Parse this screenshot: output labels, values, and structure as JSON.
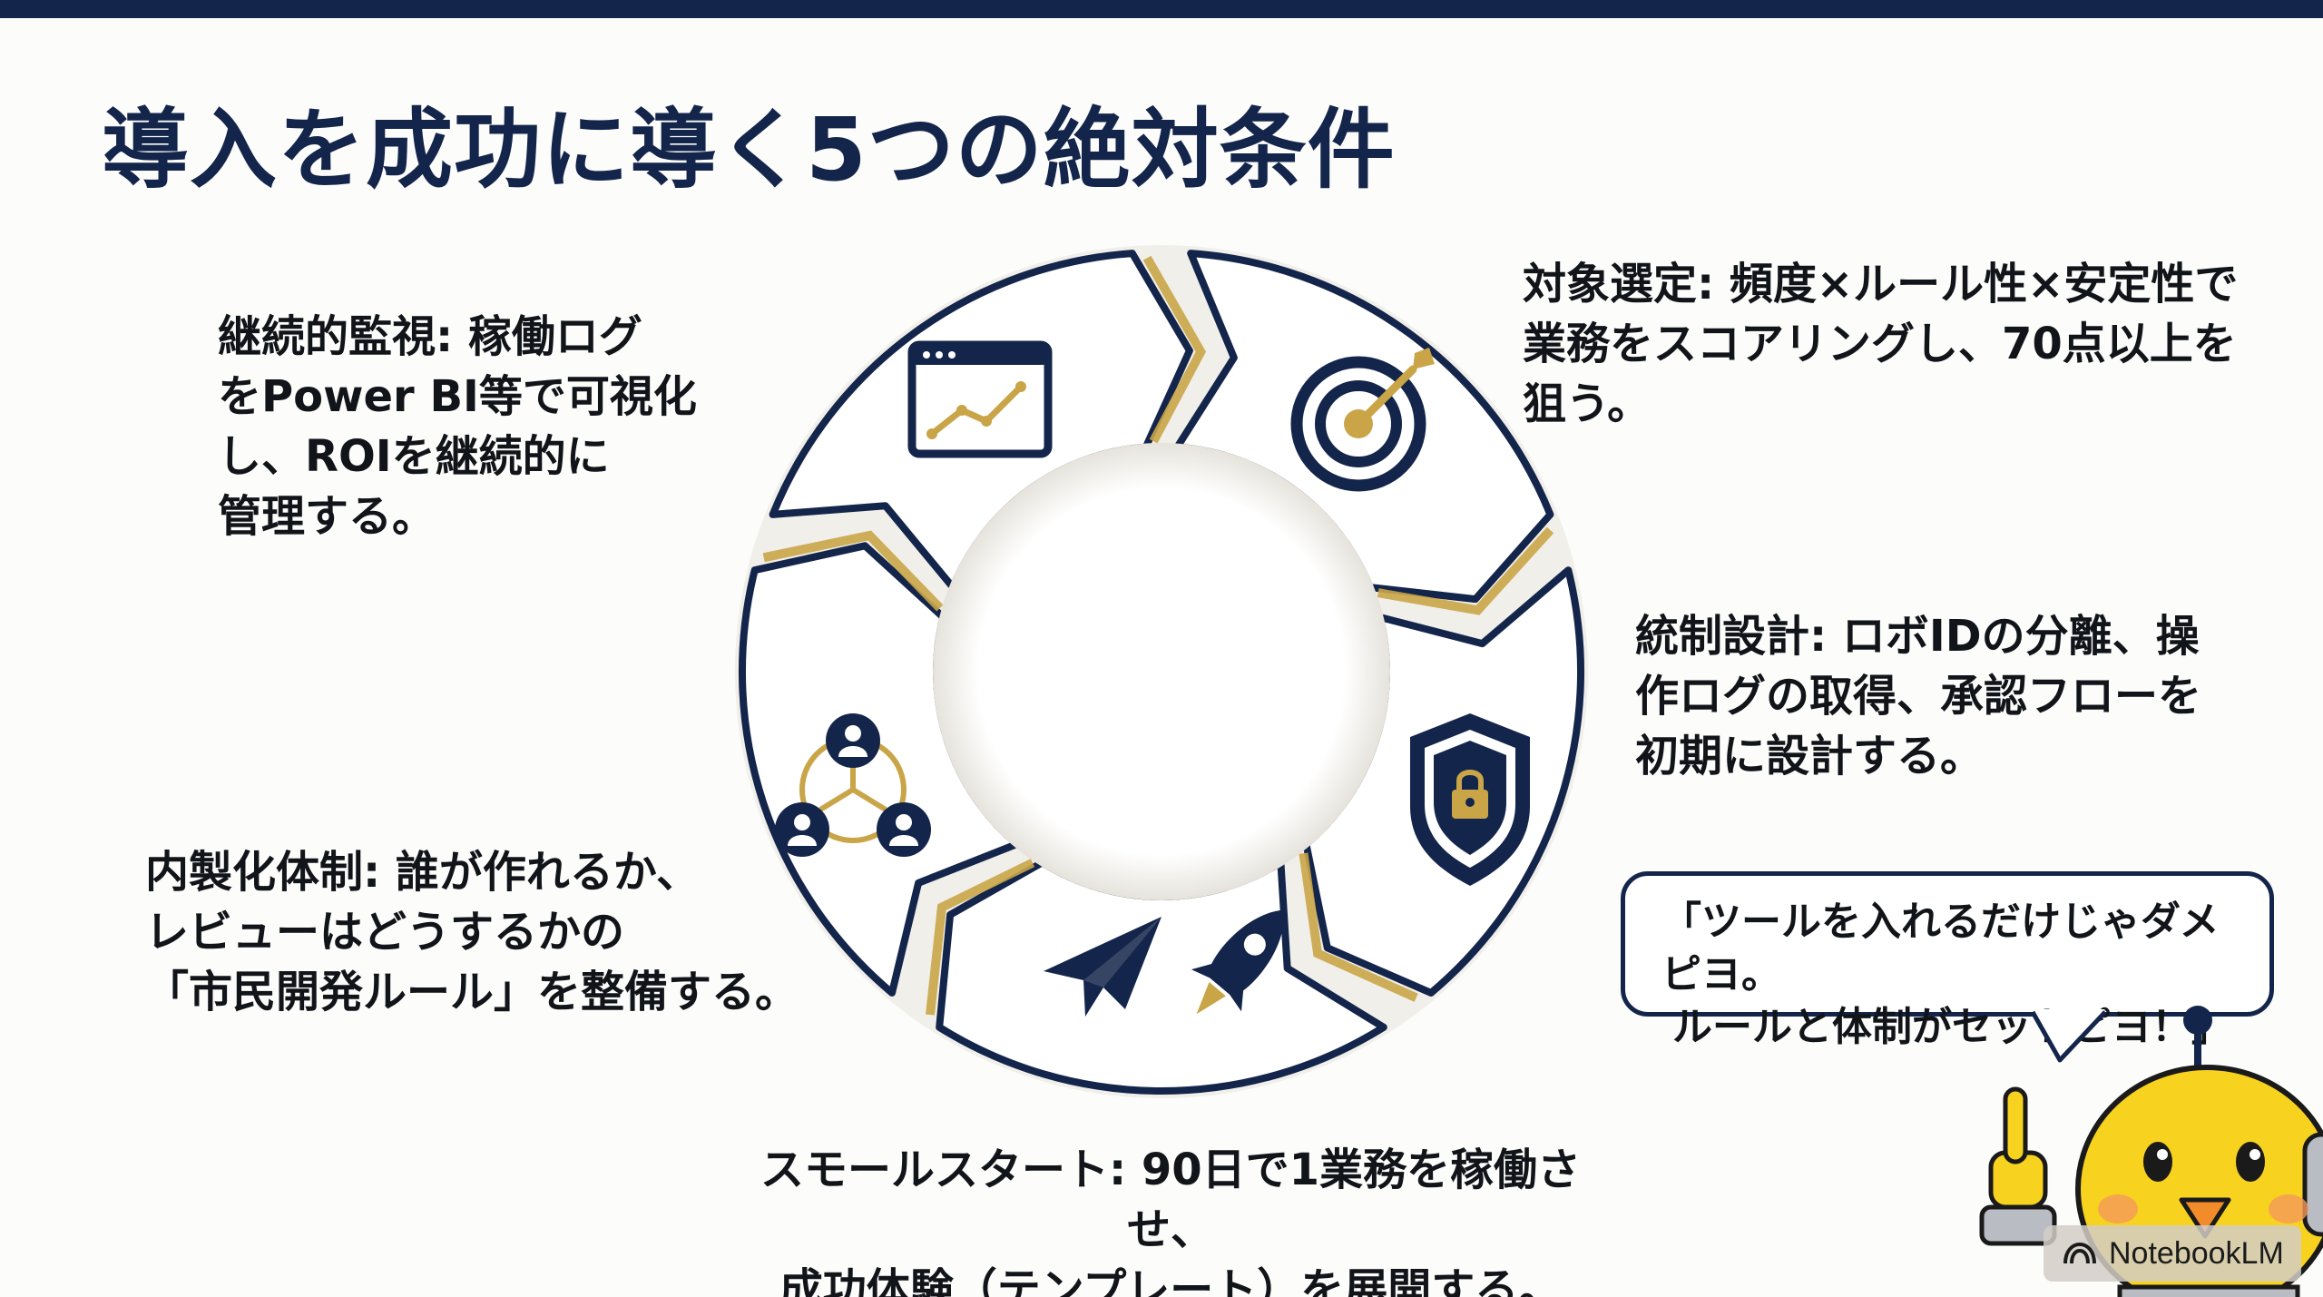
{
  "slide": {
    "title": "導入を成功に導く5つの絶対条件",
    "callouts": {
      "top_left": "継続的監視: 稼働ログ\nをPower BI等で可視化\nし、ROIを継続的に\n管理する。",
      "top_right": "対象選定: 頻度×ルール性×安定性で\n業務をスコアリングし、70点以上を\n狙う。",
      "mid_right": "統制設計: ロボIDの分離、操\n作ログの取得、承認フローを\n初期に設計する。",
      "bottom_left": "内製化体制: 誰が作れるか、\nレビューはどうするかの\n「市民開発ルール」を整備する。",
      "bottom": "スモールスタート: 90日で1業務を稼働させ、\n成功体験（テンプレート）を展開する。"
    },
    "cycle_icons": [
      "dashboard-chart-icon",
      "target-icon",
      "shield-lock-icon",
      "paper-plane-rocket-icon",
      "team-network-icon"
    ],
    "speech_bubble": {
      "line1": "「ツールを入れるだけじゃダメピヨ。",
      "line2": "ルールと体制がセットピヨ！」"
    },
    "watermark": {
      "label": "NotebookLM",
      "icon": "notebooklm-icon"
    },
    "colors": {
      "navy": "#14254b",
      "gold": "#c9a548",
      "mascot_yellow": "#f7d21f"
    }
  }
}
